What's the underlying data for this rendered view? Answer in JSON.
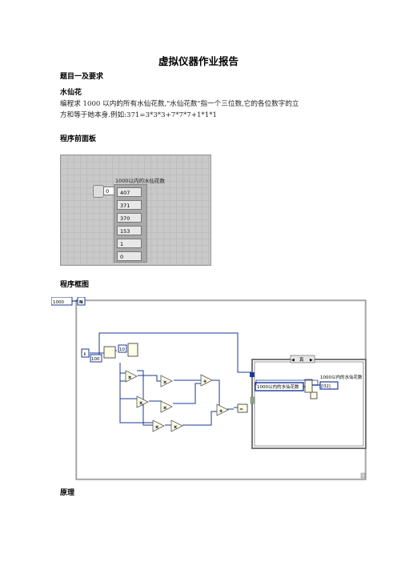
{
  "doc": {
    "title": "虚拟仪器作业报告",
    "section1": "题目一及要求",
    "subtitle": "水仙花",
    "para_line1": "编程求 1000 以内的所有水仙花数,\"水仙花数\"指一个三位数,它的各位数字的立",
    "para_line2": "方和等于她本身.例如:371=3*3*3+7*7*7+1*1*1",
    "section_front": "程序前面板",
    "section_block": "程序框图",
    "section_principle": "原理"
  },
  "front_panel": {
    "array_label": "1000以内的水仙花数",
    "index_value": "0",
    "values": [
      "407",
      "371",
      "370",
      "153",
      "1",
      "0"
    ]
  },
  "block_diagram": {
    "n_const": "1000",
    "n_terminal": "N",
    "i_terminal": "i",
    "const_100": "100",
    "const_10": "10",
    "inner_array_label": "1000以内的水仙花数",
    "indicator_label": "1000以内的水仙花数",
    "indicator_value": "[I32]",
    "case_selector": "真"
  }
}
